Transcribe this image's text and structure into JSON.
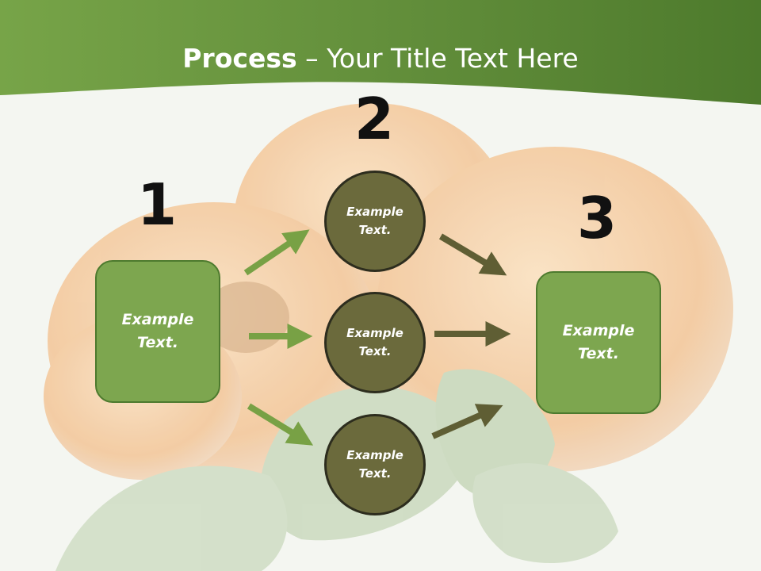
{
  "title": {
    "bold": "Process",
    "rest": " – Your Title Text Here"
  },
  "steps": {
    "one": "1",
    "two": "2",
    "three": "3"
  },
  "left_box": {
    "text": "Example Text."
  },
  "right_box": {
    "text": "Example Text."
  },
  "circles": [
    {
      "text": "Example Text."
    },
    {
      "text": "Example Text."
    },
    {
      "text": "Example Text."
    }
  ],
  "colors": {
    "header_green": "#5a8a35",
    "box_green": "#7da64f",
    "circle_olive": "#6b6a3c",
    "arrow_light": "#78a145",
    "arrow_dark": "#5f5e34"
  }
}
